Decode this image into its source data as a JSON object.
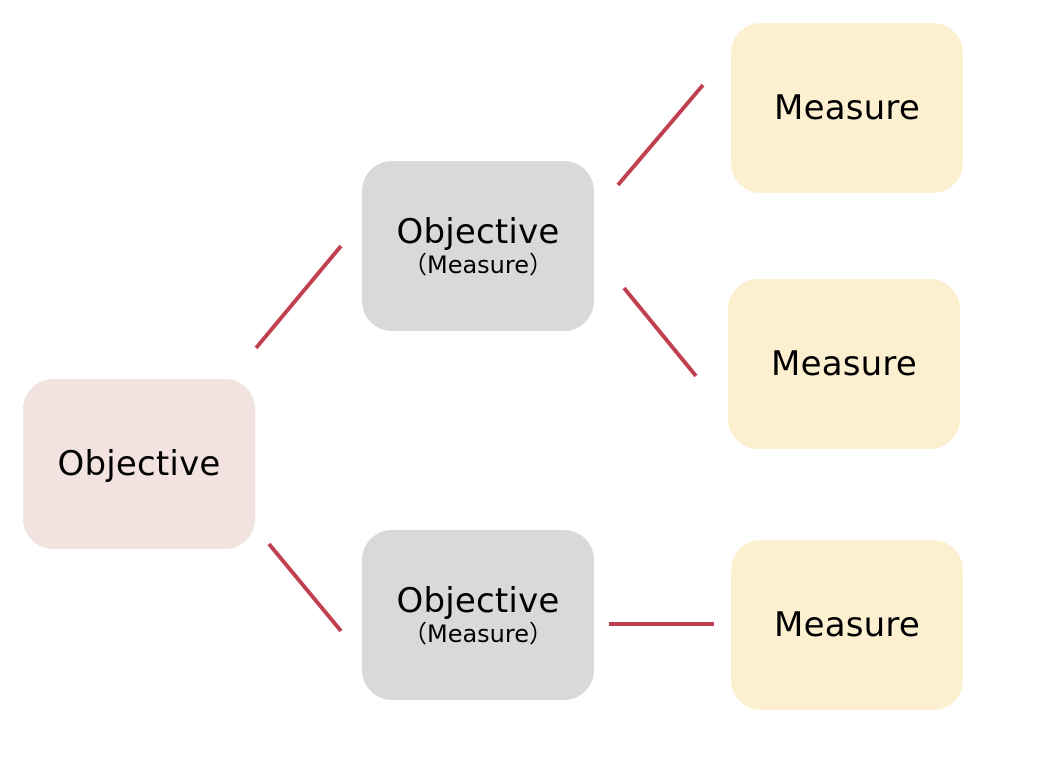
{
  "colors": {
    "connector": "#c0404f",
    "root_fill": "#f2e3e1",
    "objective_fill": "#d9d9d9",
    "measure_fill": "#fcf0d0"
  },
  "nodes": {
    "root": {
      "label": "Objective"
    },
    "sub_objective_1": {
      "label": "Objective",
      "sublabel": "（Measure）"
    },
    "sub_objective_2": {
      "label": "Objective",
      "sublabel": "（Measure）"
    },
    "measure_1": {
      "label": "Measure"
    },
    "measure_2": {
      "label": "Measure"
    },
    "measure_3": {
      "label": "Measure"
    }
  }
}
